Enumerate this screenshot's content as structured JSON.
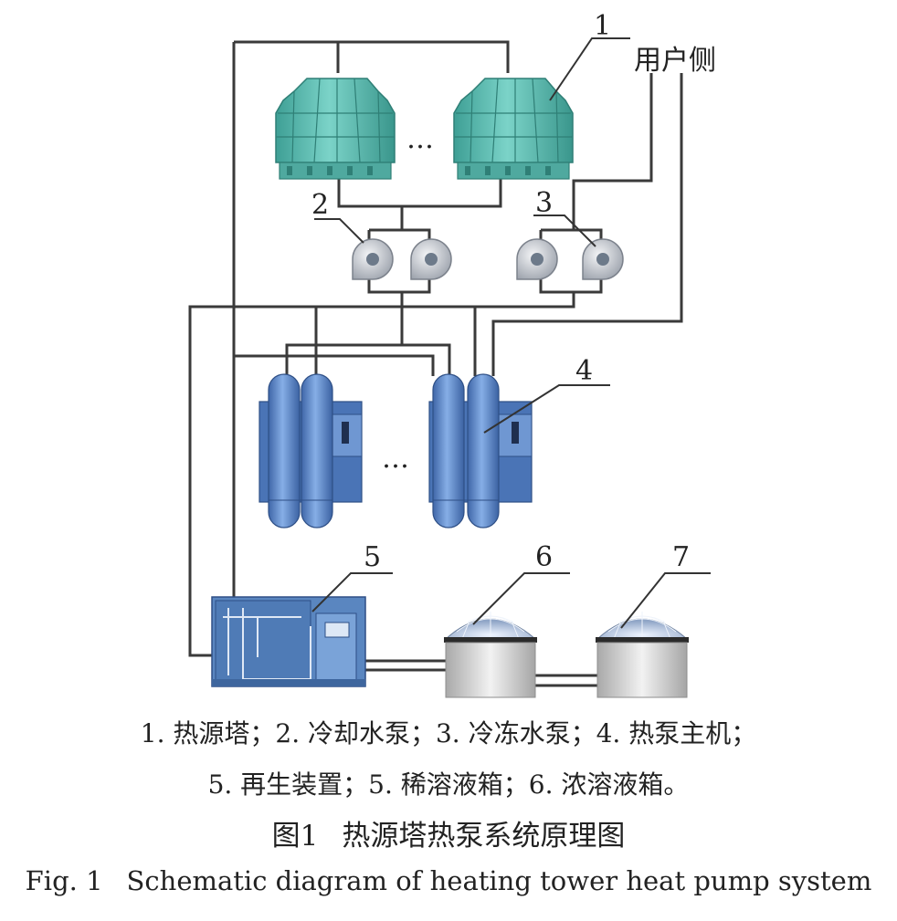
{
  "labels": {
    "tower": "1",
    "cooling_pump": "2",
    "chilled_pump": "3",
    "heat_pump_unit": "4",
    "regen_device": "5",
    "dilute_tank": "6",
    "conc_tank": "7",
    "user_side": "用户侧",
    "ellipsis_towers": "…",
    "ellipsis_units": "…"
  },
  "legend": {
    "line1": "1. 热源塔；2. 冷却水泵；3. 冷冻水泵；4. 热泵主机；",
    "line2": "5. 再生装置；5. 稀溶液箱；6. 浓溶液箱。"
  },
  "caption": {
    "zh_prefix": "图1",
    "zh_title": "热源塔热泵系统原理图",
    "en_prefix": "Fig. 1",
    "en_title": "Schematic diagram of heating tower heat pump system"
  },
  "colors": {
    "pipe": "#3a3a3a",
    "tower": "#5fbfb4",
    "heat_pump": "#5b86c8",
    "regen": "#5a86c0",
    "tank_body": "#d8d8d8",
    "pump": "#c9ccd2"
  },
  "icons": {
    "tower": "cooling-tower-icon",
    "pump": "centrifugal-pump-icon",
    "heat_pump_unit": "heat-pump-unit-icon",
    "regen": "regeneration-device-icon",
    "tank": "storage-tank-icon"
  }
}
